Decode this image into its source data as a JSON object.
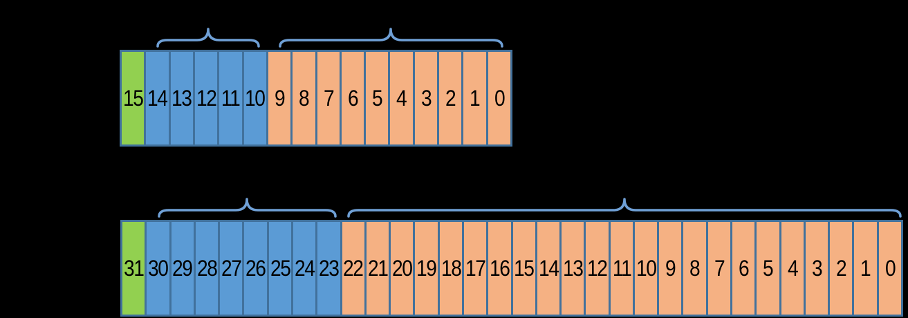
{
  "colors": {
    "background": "#000000",
    "sign": "#92D050",
    "exponent": "#5B9BD5",
    "fraction": "#F5B183",
    "border": "#41719C",
    "brace": "#6FA0D6",
    "digit": "#000000"
  },
  "rows": [
    {
      "cells": [
        {
          "bit": "15",
          "field": "sign"
        },
        {
          "bit": "14",
          "field": "exponent"
        },
        {
          "bit": "13",
          "field": "exponent"
        },
        {
          "bit": "12",
          "field": "exponent"
        },
        {
          "bit": "11",
          "field": "exponent"
        },
        {
          "bit": "10",
          "field": "exponent"
        },
        {
          "bit": "9",
          "field": "fraction"
        },
        {
          "bit": "8",
          "field": "fraction"
        },
        {
          "bit": "7",
          "field": "fraction"
        },
        {
          "bit": "6",
          "field": "fraction"
        },
        {
          "bit": "5",
          "field": "fraction"
        },
        {
          "bit": "4",
          "field": "fraction"
        },
        {
          "bit": "3",
          "field": "fraction"
        },
        {
          "bit": "2",
          "field": "fraction"
        },
        {
          "bit": "1",
          "field": "fraction"
        },
        {
          "bit": "0",
          "field": "fraction"
        }
      ]
    },
    {
      "cells": [
        {
          "bit": "31",
          "field": "sign"
        },
        {
          "bit": "30",
          "field": "exponent"
        },
        {
          "bit": "29",
          "field": "exponent"
        },
        {
          "bit": "28",
          "field": "exponent"
        },
        {
          "bit": "27",
          "field": "exponent"
        },
        {
          "bit": "26",
          "field": "exponent"
        },
        {
          "bit": "25",
          "field": "exponent"
        },
        {
          "bit": "24",
          "field": "exponent"
        },
        {
          "bit": "23",
          "field": "exponent"
        },
        {
          "bit": "22",
          "field": "fraction"
        },
        {
          "bit": "21",
          "field": "fraction"
        },
        {
          "bit": "20",
          "field": "fraction"
        },
        {
          "bit": "19",
          "field": "fraction"
        },
        {
          "bit": "18",
          "field": "fraction"
        },
        {
          "bit": "17",
          "field": "fraction"
        },
        {
          "bit": "16",
          "field": "fraction"
        },
        {
          "bit": "15",
          "field": "fraction"
        },
        {
          "bit": "14",
          "field": "fraction"
        },
        {
          "bit": "13",
          "field": "fraction"
        },
        {
          "bit": "12",
          "field": "fraction"
        },
        {
          "bit": "11",
          "field": "fraction"
        },
        {
          "bit": "10",
          "field": "fraction"
        },
        {
          "bit": "9",
          "field": "fraction"
        },
        {
          "bit": "8",
          "field": "fraction"
        },
        {
          "bit": "7",
          "field": "fraction"
        },
        {
          "bit": "6",
          "field": "fraction"
        },
        {
          "bit": "5",
          "field": "fraction"
        },
        {
          "bit": "4",
          "field": "fraction"
        },
        {
          "bit": "3",
          "field": "fraction"
        },
        {
          "bit": "2",
          "field": "fraction"
        },
        {
          "bit": "1",
          "field": "fraction"
        },
        {
          "bit": "0",
          "field": "fraction"
        }
      ]
    }
  ]
}
